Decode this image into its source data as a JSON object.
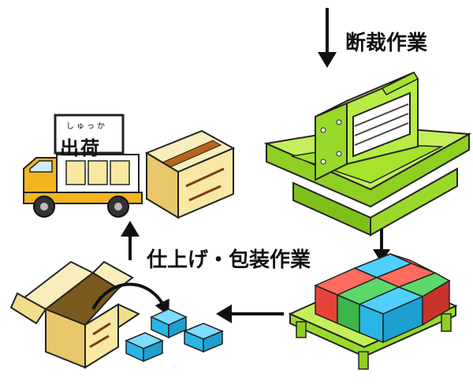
{
  "labels": {
    "cutting": "断裁作業",
    "finishing": "仕上げ・包装作業",
    "shipping": "出荷",
    "shipping_reading": "しゅっか"
  },
  "colors": {
    "cutter_green": "#a6e22e",
    "truck_yellow": "#f2b41f",
    "box_yellow": "#f7e9a3",
    "box_tan": "#e8c86a",
    "block_red": "#e8433a",
    "block_green": "#3cb54a",
    "block_blue": "#29b6e6",
    "pallet_green": "#b5e61d"
  },
  "icons": [
    "arrow-down-icon",
    "arrow-left-icon",
    "arrow-up-icon",
    "cutting-machine-icon",
    "pallet-blocks-icon",
    "open-box-icon",
    "truck-icon",
    "sealed-box-icon"
  ]
}
